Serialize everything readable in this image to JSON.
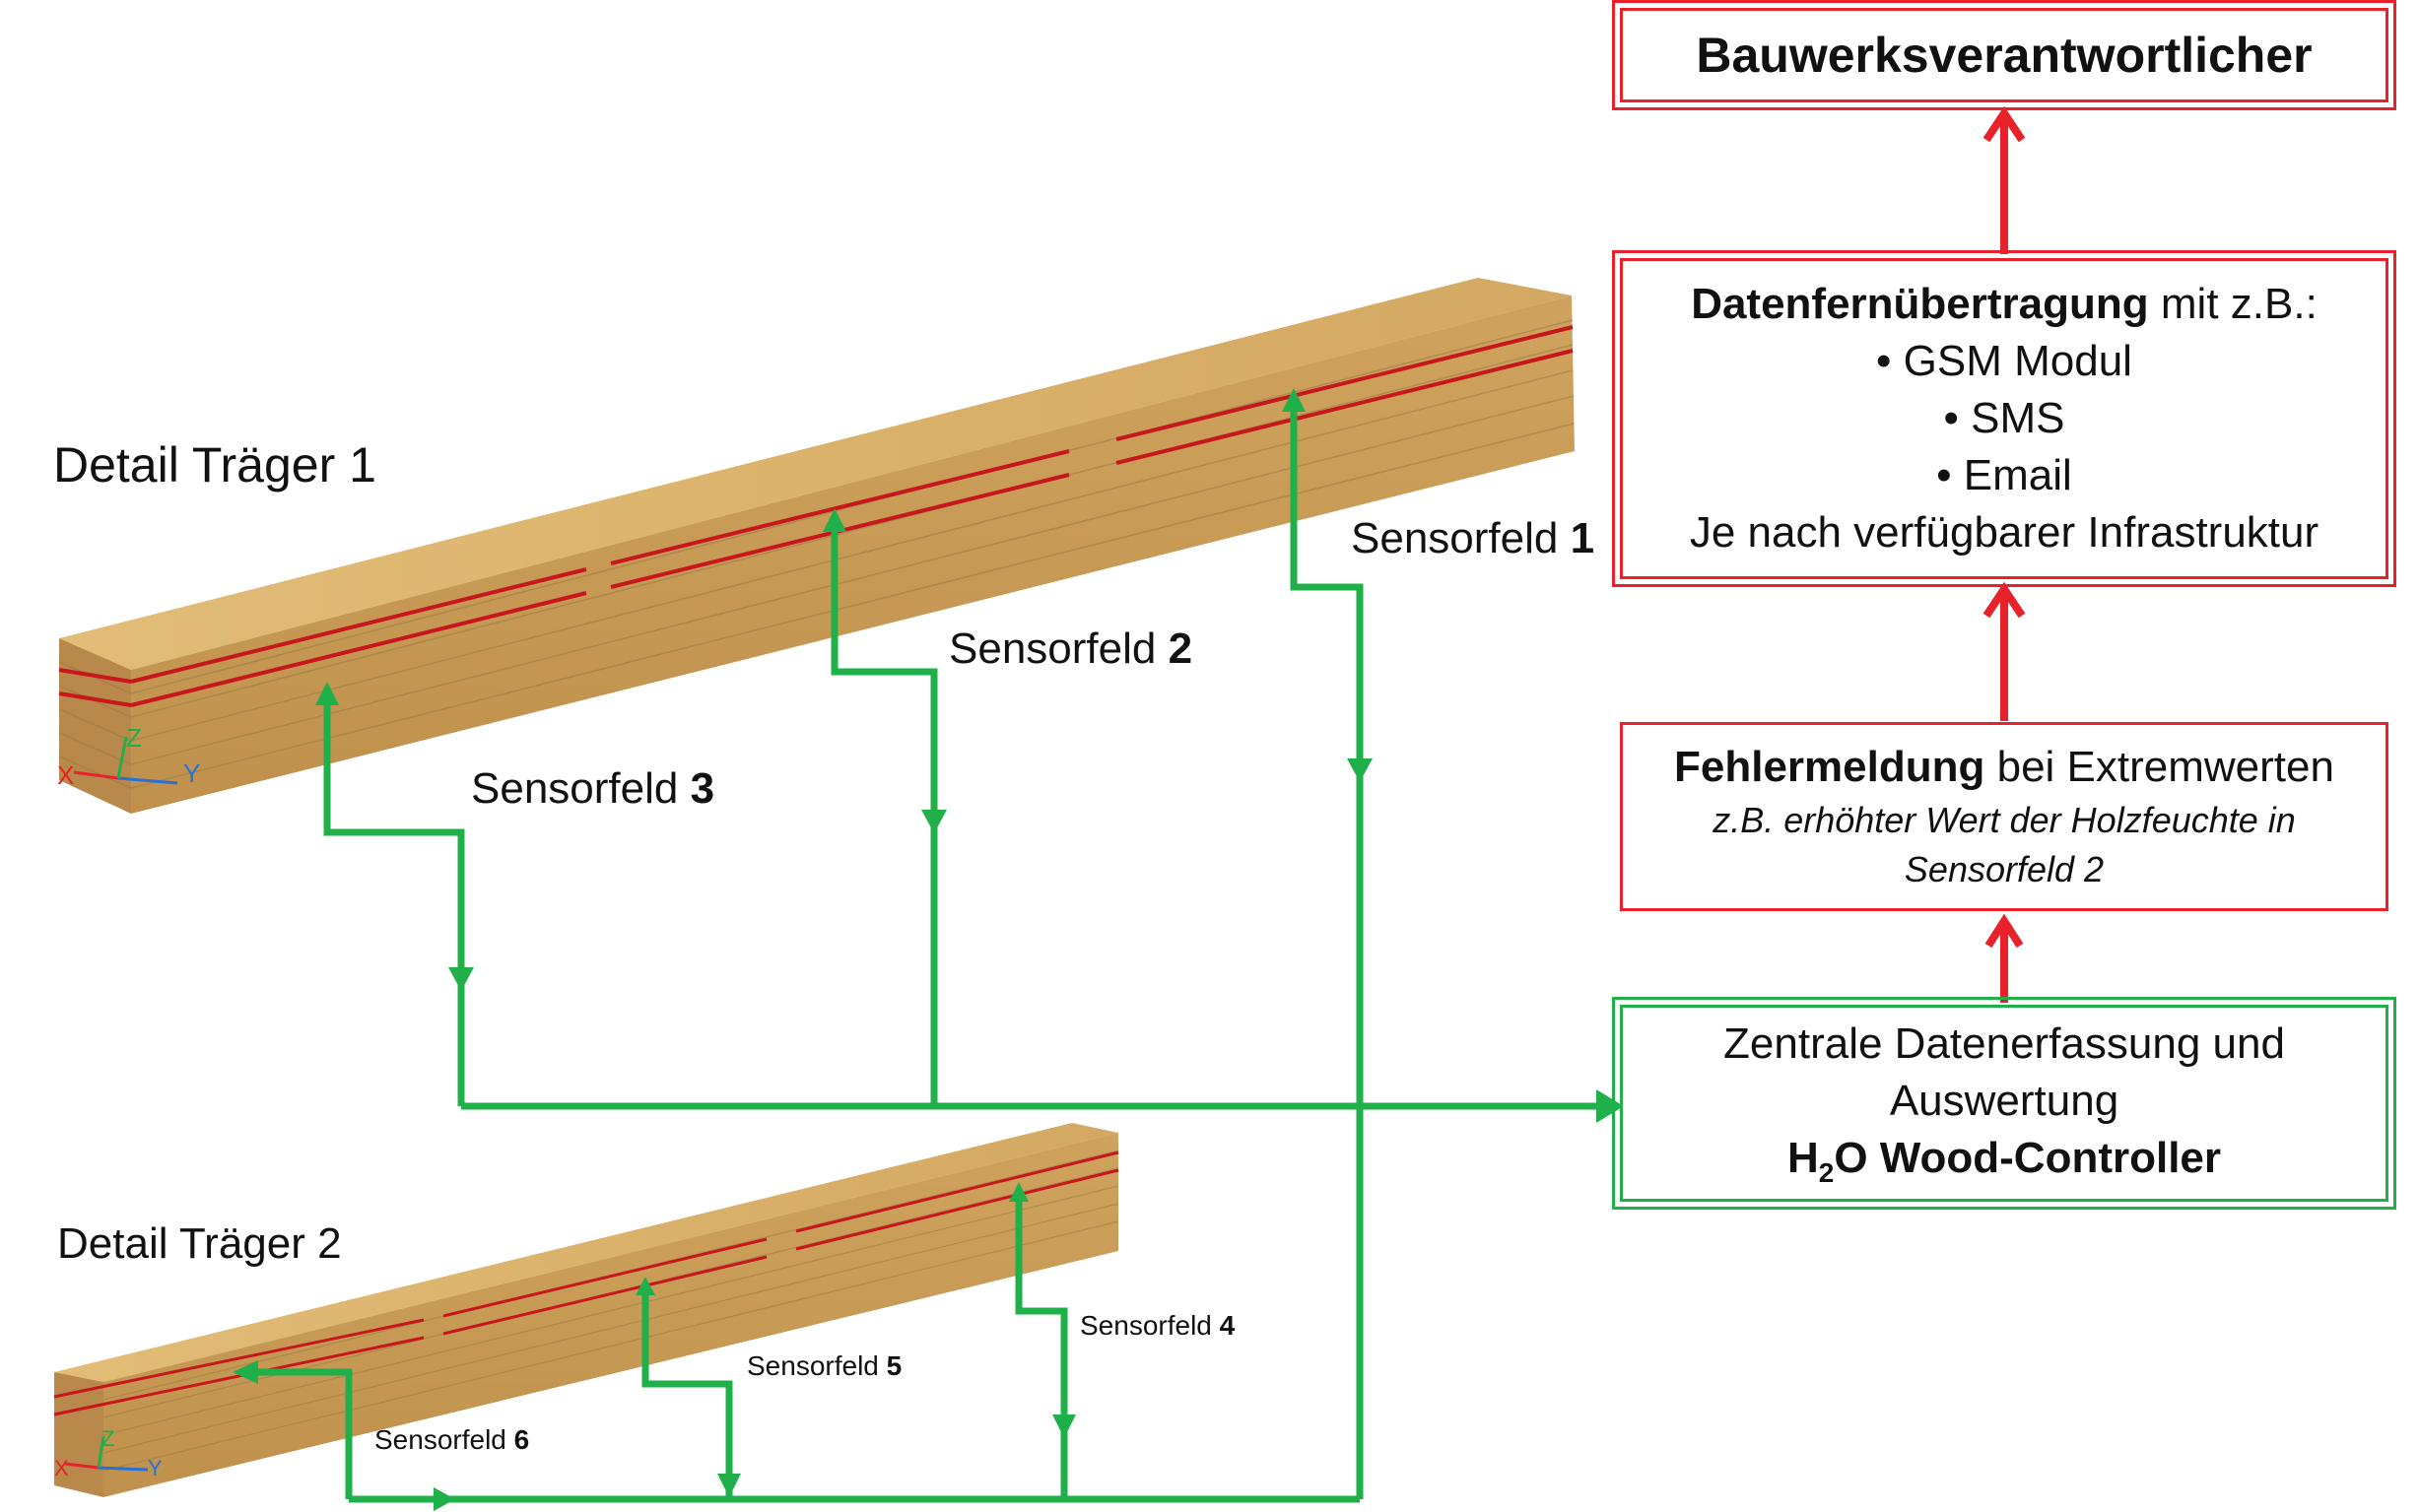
{
  "header_box": {
    "title": "Bauwerksverantwortlicher"
  },
  "transfer_box": {
    "title_bold": "Datenfernübertragung",
    "title_rest": " mit z.B.:",
    "items": [
      "• GSM Modul",
      "• SMS",
      "• Email"
    ],
    "footer": "Je nach verfügbarer Infrastruktur"
  },
  "error_box": {
    "title_bold": "Fehlermeldung",
    "title_rest": " bei Extremwerten",
    "note_line1": "z.B. erhöhter Wert der Holzfeuchte in",
    "note_line2": "Sensorfeld 2"
  },
  "controller_box": {
    "line1": "Zentrale Datenerfassung und",
    "line2": "Auswertung",
    "name_h": "H",
    "name_sub": "2",
    "name_rest": "O Wood-Controller"
  },
  "beams": [
    {
      "title": "Detail Träger 1"
    },
    {
      "title": "Detail Träger 2"
    }
  ],
  "sensor_word": "Sensorfeld",
  "sensors": [
    {
      "num": "1"
    },
    {
      "num": "2"
    },
    {
      "num": "3"
    },
    {
      "num": "4"
    },
    {
      "num": "5"
    },
    {
      "num": "6"
    }
  ],
  "axis_labels": {
    "x": "X",
    "y": "Y",
    "z": "Z"
  },
  "colors": {
    "flow_green": "#1fb04a",
    "alert_red": "#e8212a",
    "sensor_line_red": "#c8161d",
    "wood_top": "#d8b26a",
    "wood_front": "#c89a55",
    "wood_end": "#b98a47"
  }
}
